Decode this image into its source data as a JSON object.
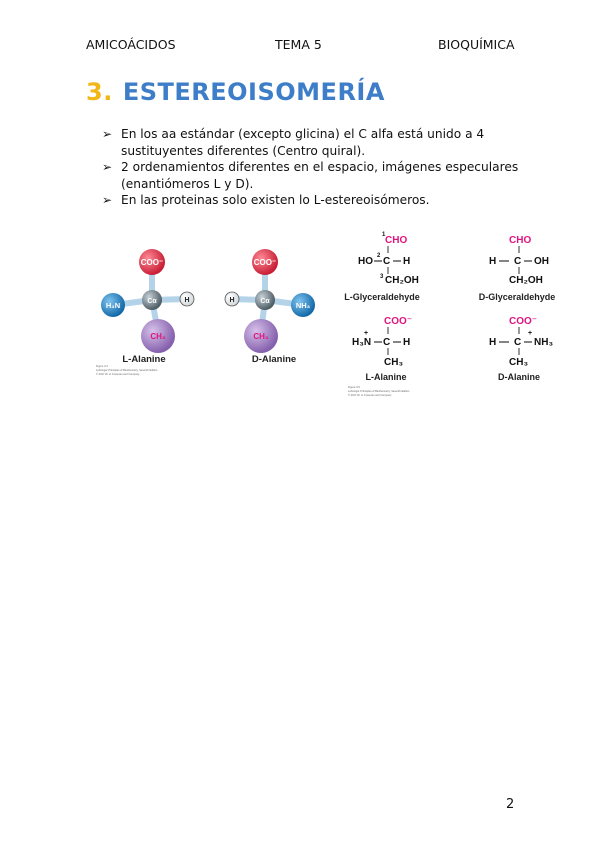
{
  "header": {
    "left": "AMICOÁCIDOS",
    "center": "TEMA 5",
    "right": "BIOQUÍMICA"
  },
  "section": {
    "number": "3.",
    "title": "ESTEREOISOMERÍA"
  },
  "bullets": [
    {
      "text": "En los aa estándar (excepto glicina) el C alfa está unido a 4 sustituyentes diferentes (Centro quiral)."
    },
    {
      "text": "2 ordenamientos diferentes en el espacio, imágenes especulares (enantiómeros L y D)."
    },
    {
      "text": "En las proteinas solo existen lo L-estereoisómeros."
    }
  ],
  "bullet_marker": "➢",
  "figure_models": {
    "l_label": "L-Alanine",
    "d_label": "D-Alanine",
    "coo": "COO⁻",
    "ch3": "CH₃",
    "h": "H",
    "nh3": "H₃N",
    "nh3_right": "NH₃",
    "calpha": "Cα",
    "caption_lines": [
      "Figure 3-4",
      "Lehninger Principles of Biochemistry, Seventh Edition",
      "© 2017 W. H. Freeman and Company"
    ],
    "colors": {
      "coo": "#e0334a",
      "ch3": "#a583c2",
      "nh3": "#2a86c8",
      "c": "#7a8a92",
      "h": "#ffffff",
      "bond": "#b4d3e8"
    }
  },
  "figure_fischer": {
    "l_glyc": {
      "top": "CHO",
      "left": "HO",
      "right": "H",
      "bottom": "CH₂OH",
      "label": "L-Glyceraldehyde",
      "n1": "1",
      "n2": "2",
      "n3": "3"
    },
    "d_glyc": {
      "top": "CHO",
      "left": "H",
      "right": "OH",
      "bottom": "CH₂OH",
      "label": "D-Glyceraldehyde"
    },
    "l_ala": {
      "top": "COO⁻",
      "left": "H₃N",
      "right": "H",
      "bottom": "CH₃",
      "label": "L-Alanine",
      "plus": "+"
    },
    "d_ala": {
      "top": "COO⁻",
      "left": "H",
      "right": "NH₃",
      "bottom": "CH₃",
      "label": "D-Alanine",
      "plus": "+"
    },
    "c": "C",
    "caption_lines": [
      "Figure 3-5",
      "Lehninger Principles of Biochemistry, Seventh Edition",
      "© 2017 W. H. Freeman and Company"
    ],
    "magenta": "#e0147f"
  },
  "page_number": "2"
}
